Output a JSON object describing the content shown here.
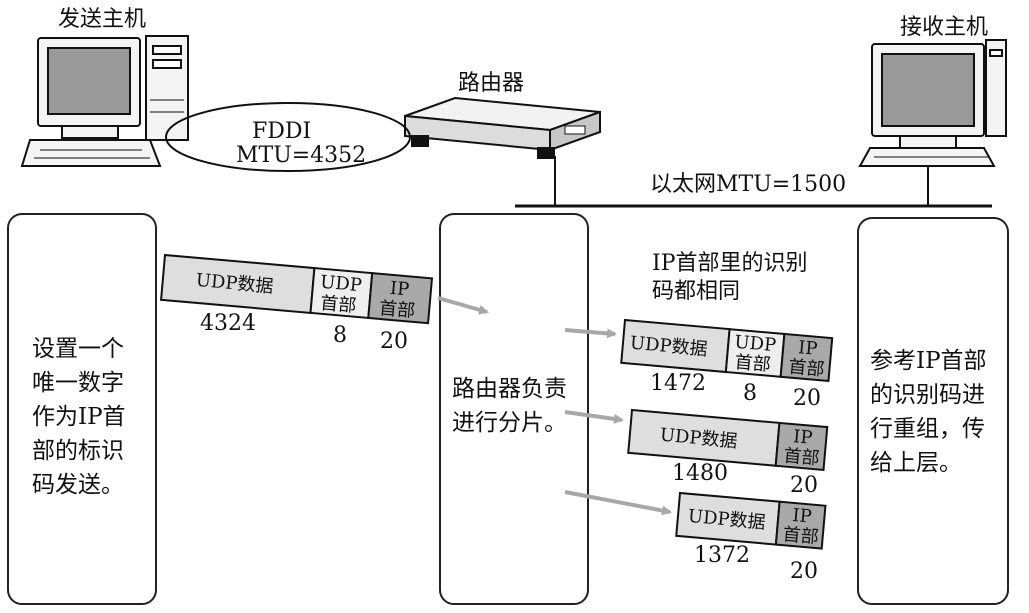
{
  "hosts": {
    "sender_label": "发送主机",
    "receiver_label": "接收主机",
    "router_label": "路由器"
  },
  "links": {
    "fddi_name": "FDDI",
    "fddi_mtu": "MTU=4352",
    "ethernet_mtu": "以太网MTU=1500"
  },
  "panels": {
    "sender_text": "设置一个\n唯一数字\n作为IP首\n部的标识\n码发送。",
    "router_text": "路由器负责\n进行分片。",
    "receiver_text": "参考IP首部\n的识别码进\n行重组，传\n给上层。"
  },
  "note": {
    "line1": "IP首部里的识别",
    "line2": "码都相同"
  },
  "original_packet": {
    "udp_data_label": "UDP数据",
    "udp_header_label_1": "UDP",
    "udp_header_label_2": "首部",
    "ip_header_label_1": "IP",
    "ip_header_label_2": "首部",
    "udp_data_size": "4324",
    "udp_header_size": "8",
    "ip_header_size": "20"
  },
  "fragments": [
    {
      "udp_data_label": "UDP数据",
      "udp_header_label_1": "UDP",
      "udp_header_label_2": "首部",
      "ip_header_label_1": "IP",
      "ip_header_label_2": "首部",
      "data_size": "1472",
      "udp_header_size": "8",
      "ip_header_size": "20"
    },
    {
      "udp_data_label": "UDP数据",
      "ip_header_label_1": "IP",
      "ip_header_label_2": "首部",
      "data_size": "1480",
      "ip_header_size": "20"
    },
    {
      "udp_data_label": "UDP数据",
      "ip_header_label_1": "IP",
      "ip_header_label_2": "首部",
      "data_size": "1372",
      "ip_header_size": "20"
    }
  ],
  "colors": {
    "line": "#111111",
    "panel_border": "#222222",
    "data_fill": "#dedede",
    "header_fill": "#eeeeee",
    "ip_fill": "#a9a9a9",
    "arrow": "#a8a8a8",
    "screen": "#9a9a9a"
  }
}
